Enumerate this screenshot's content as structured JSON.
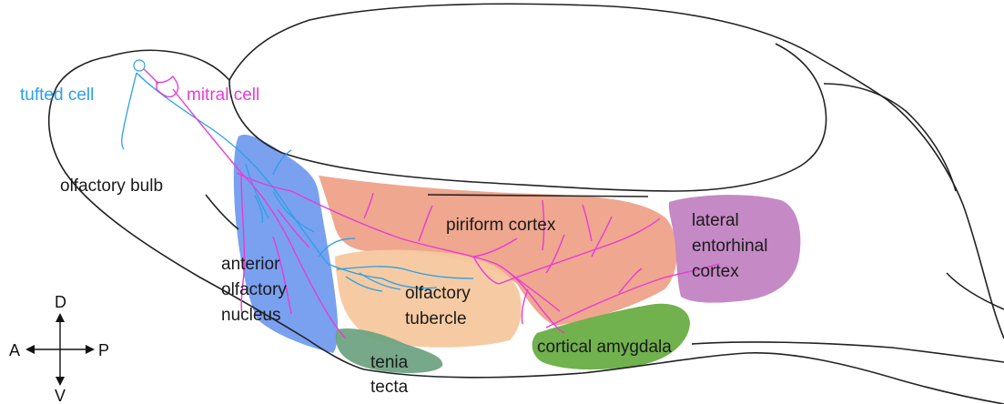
{
  "cells": {
    "tufted": {
      "label": "tufted cell",
      "color": "#2aa0e6"
    },
    "mitral": {
      "label": "mitral cell",
      "color": "#e63cd7"
    }
  },
  "regions": {
    "olfactory_bulb": {
      "label": "olfactory bulb"
    },
    "anterior_olfactory_nucleus": {
      "lines": [
        "anterior",
        "olfactory",
        "nucleus"
      ],
      "color": "#6f98ef"
    },
    "piriform_cortex": {
      "label": "piriform cortex",
      "color": "#ee9f85"
    },
    "olfactory_tubercle": {
      "lines": [
        "olfactory",
        "tubercle"
      ],
      "color": "#f6c89e"
    },
    "lateral_entorhinal_cortex": {
      "lines": [
        "lateral",
        "entorhinal",
        "cortex"
      ],
      "color": "#c283c2"
    },
    "tenia_tecta": {
      "lines": [
        "tenia",
        "tecta"
      ],
      "color": "#6fa383"
    },
    "cortical_amygdala": {
      "label": "cortical amygdala",
      "color": "#69ad44"
    }
  },
  "orientation": {
    "dorsal": "D",
    "ventral": "V",
    "anterior": "A",
    "posterior": "P"
  },
  "outline_color": "#222222"
}
